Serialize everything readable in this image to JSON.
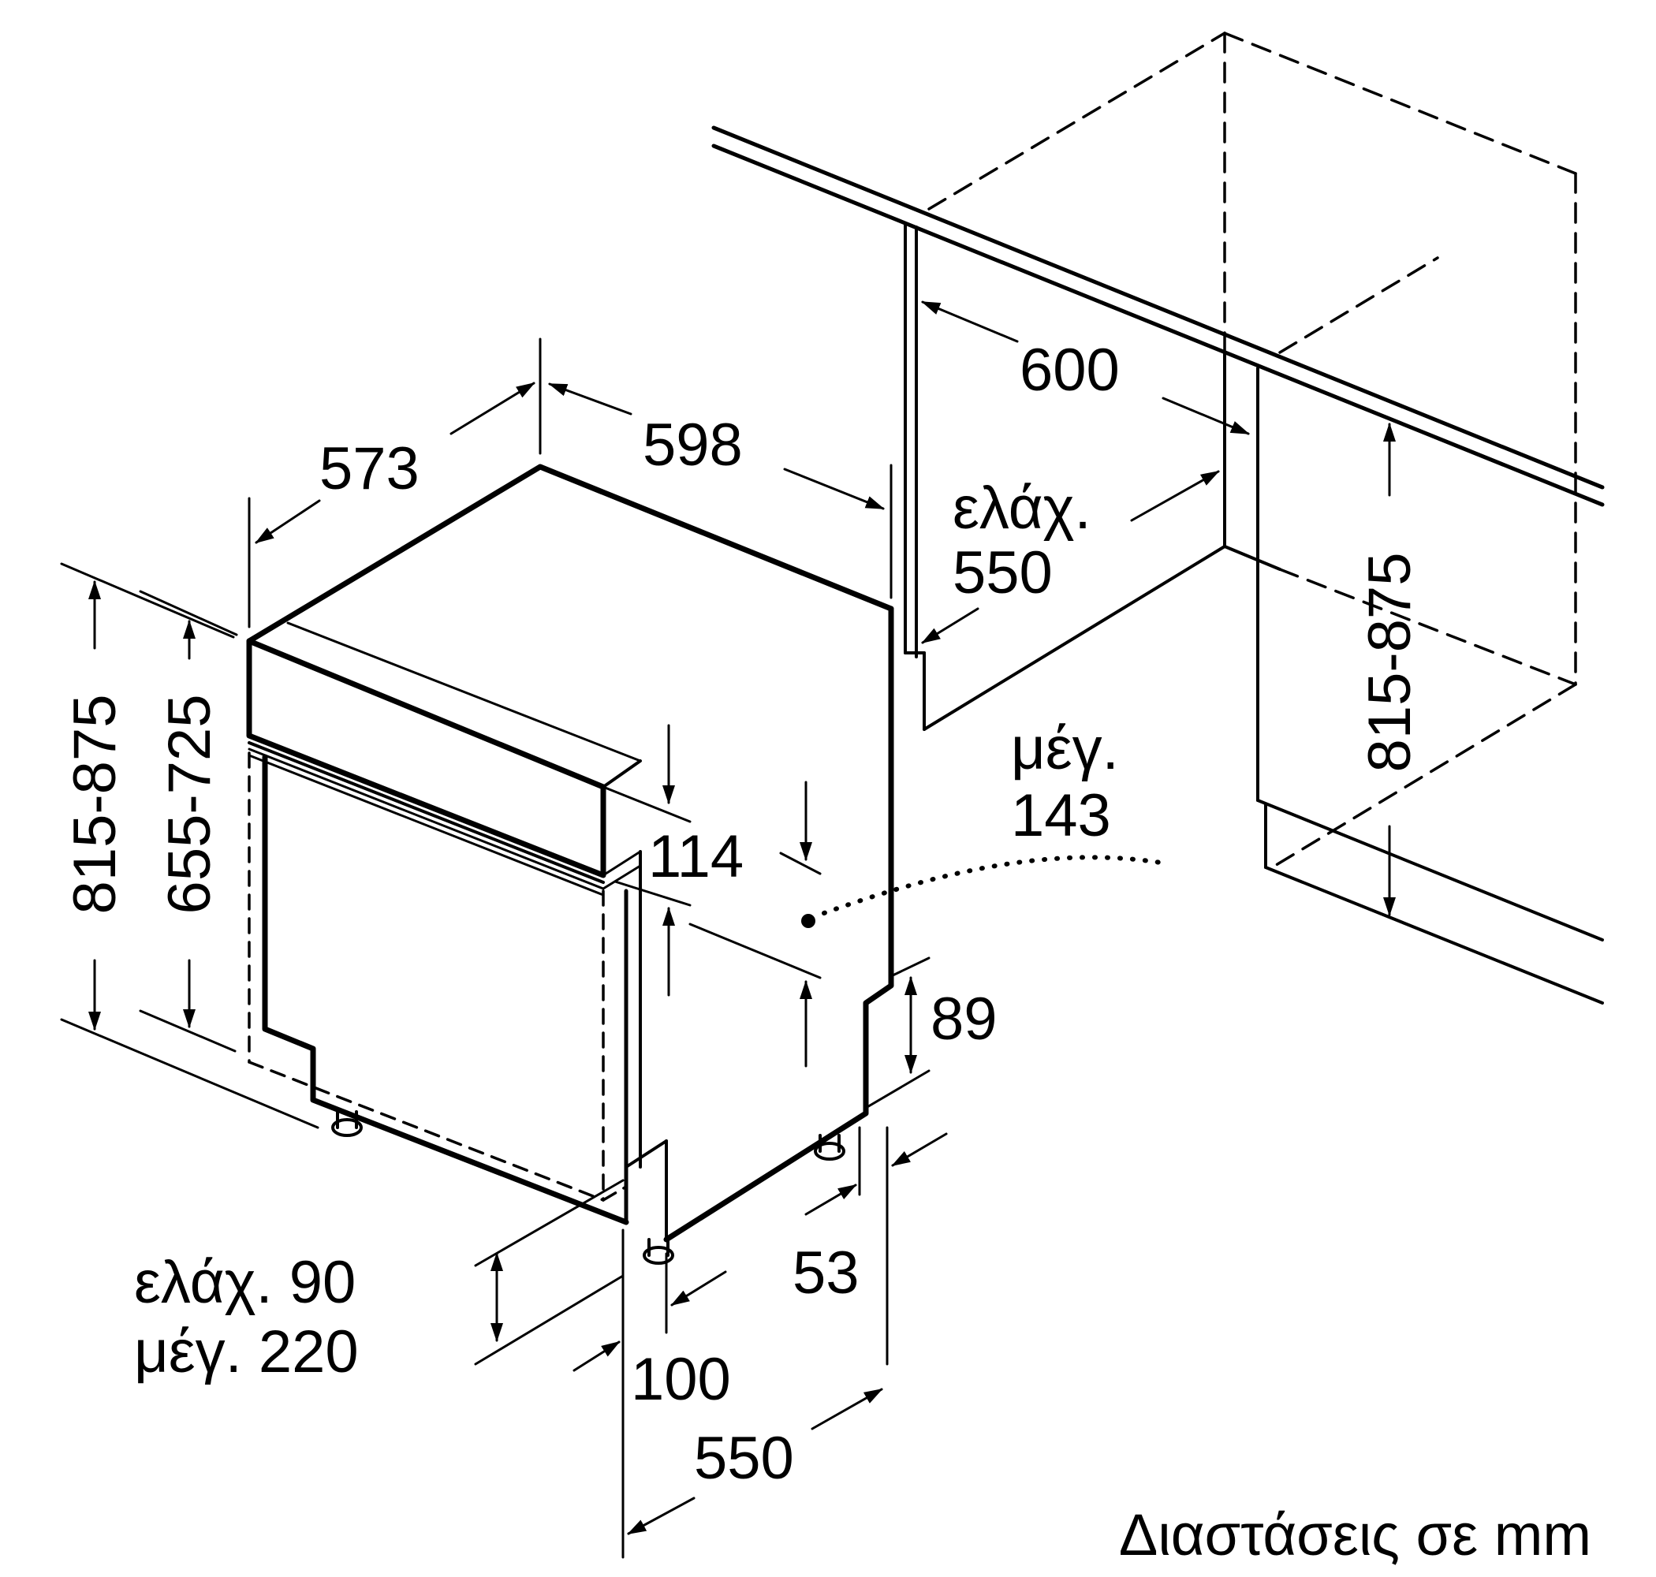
{
  "diagram": {
    "caption": "Διαστάσεις σε mm",
    "dimensions": {
      "d573": "573",
      "d598": "598",
      "d600": "600",
      "min550_prefix": "ελάχ.",
      "min550_value": "550",
      "max143_prefix": "μέγ.",
      "max143_value": "143",
      "d114": "114",
      "d89": "89",
      "d53": "53",
      "d100": "100",
      "d550": "550",
      "min90": "ελάχ. 90",
      "max220": "μέγ. 220",
      "h815_875_left": "815-875",
      "h655_725": "655-725",
      "h815_875_right": "815-875"
    }
  }
}
